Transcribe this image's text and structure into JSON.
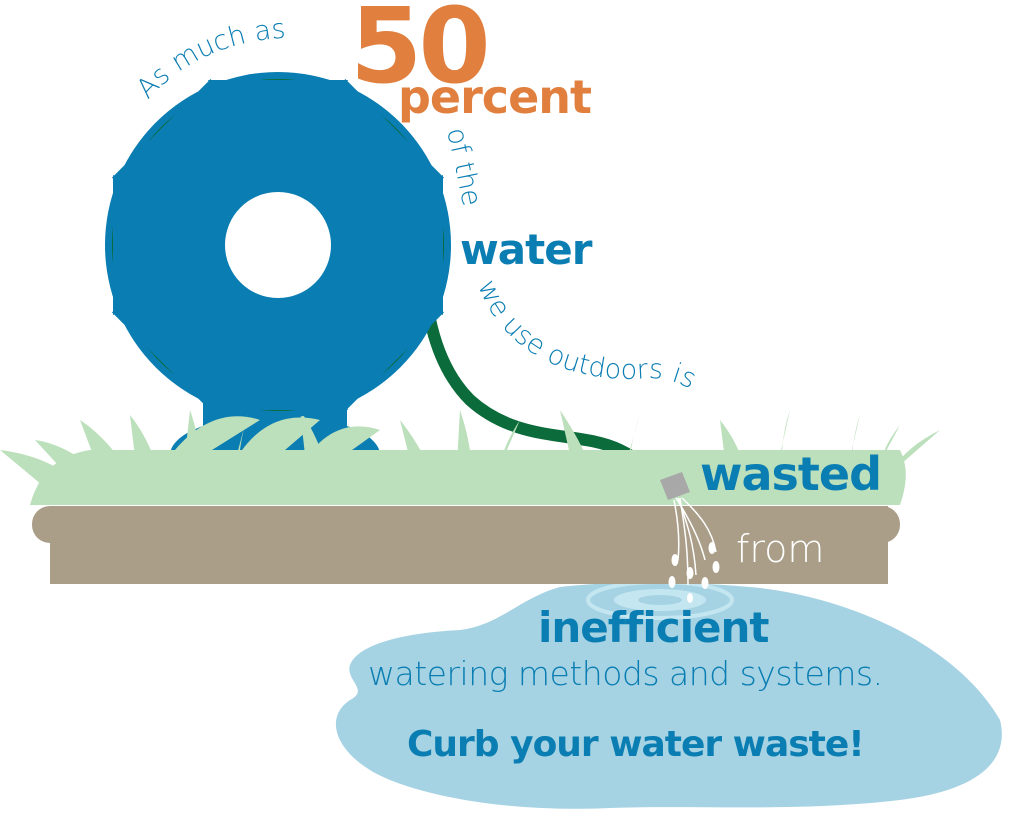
{
  "infographic": {
    "intro_text": "As much as",
    "statistic_number": "50",
    "statistic_unit": "percent",
    "phrase_of_the": "of the",
    "keyword_water": "water",
    "phrase_we_use_outdoors_is": "we use outdoors is",
    "keyword_wasted": "wasted",
    "word_from": "from",
    "keyword_inefficient": "inefficient",
    "phrase_methods": "watering methods and systems.",
    "call_to_action": "Curb your water waste!"
  },
  "illustration": {
    "elements": [
      "hose-reel",
      "garden-hose",
      "hose-nozzle",
      "water-spray",
      "grass",
      "soil-ledge",
      "water-puddle"
    ]
  },
  "colors": {
    "primary_blue": "#0a7db2",
    "accent_orange": "#e07f3e",
    "hose_green": "#0b6b3a",
    "grass_green": "#bde0bc",
    "soil_tan": "#aa9e88",
    "puddle_blue": "#a6d3e3",
    "nozzle_gray": "#a8a8a8"
  }
}
